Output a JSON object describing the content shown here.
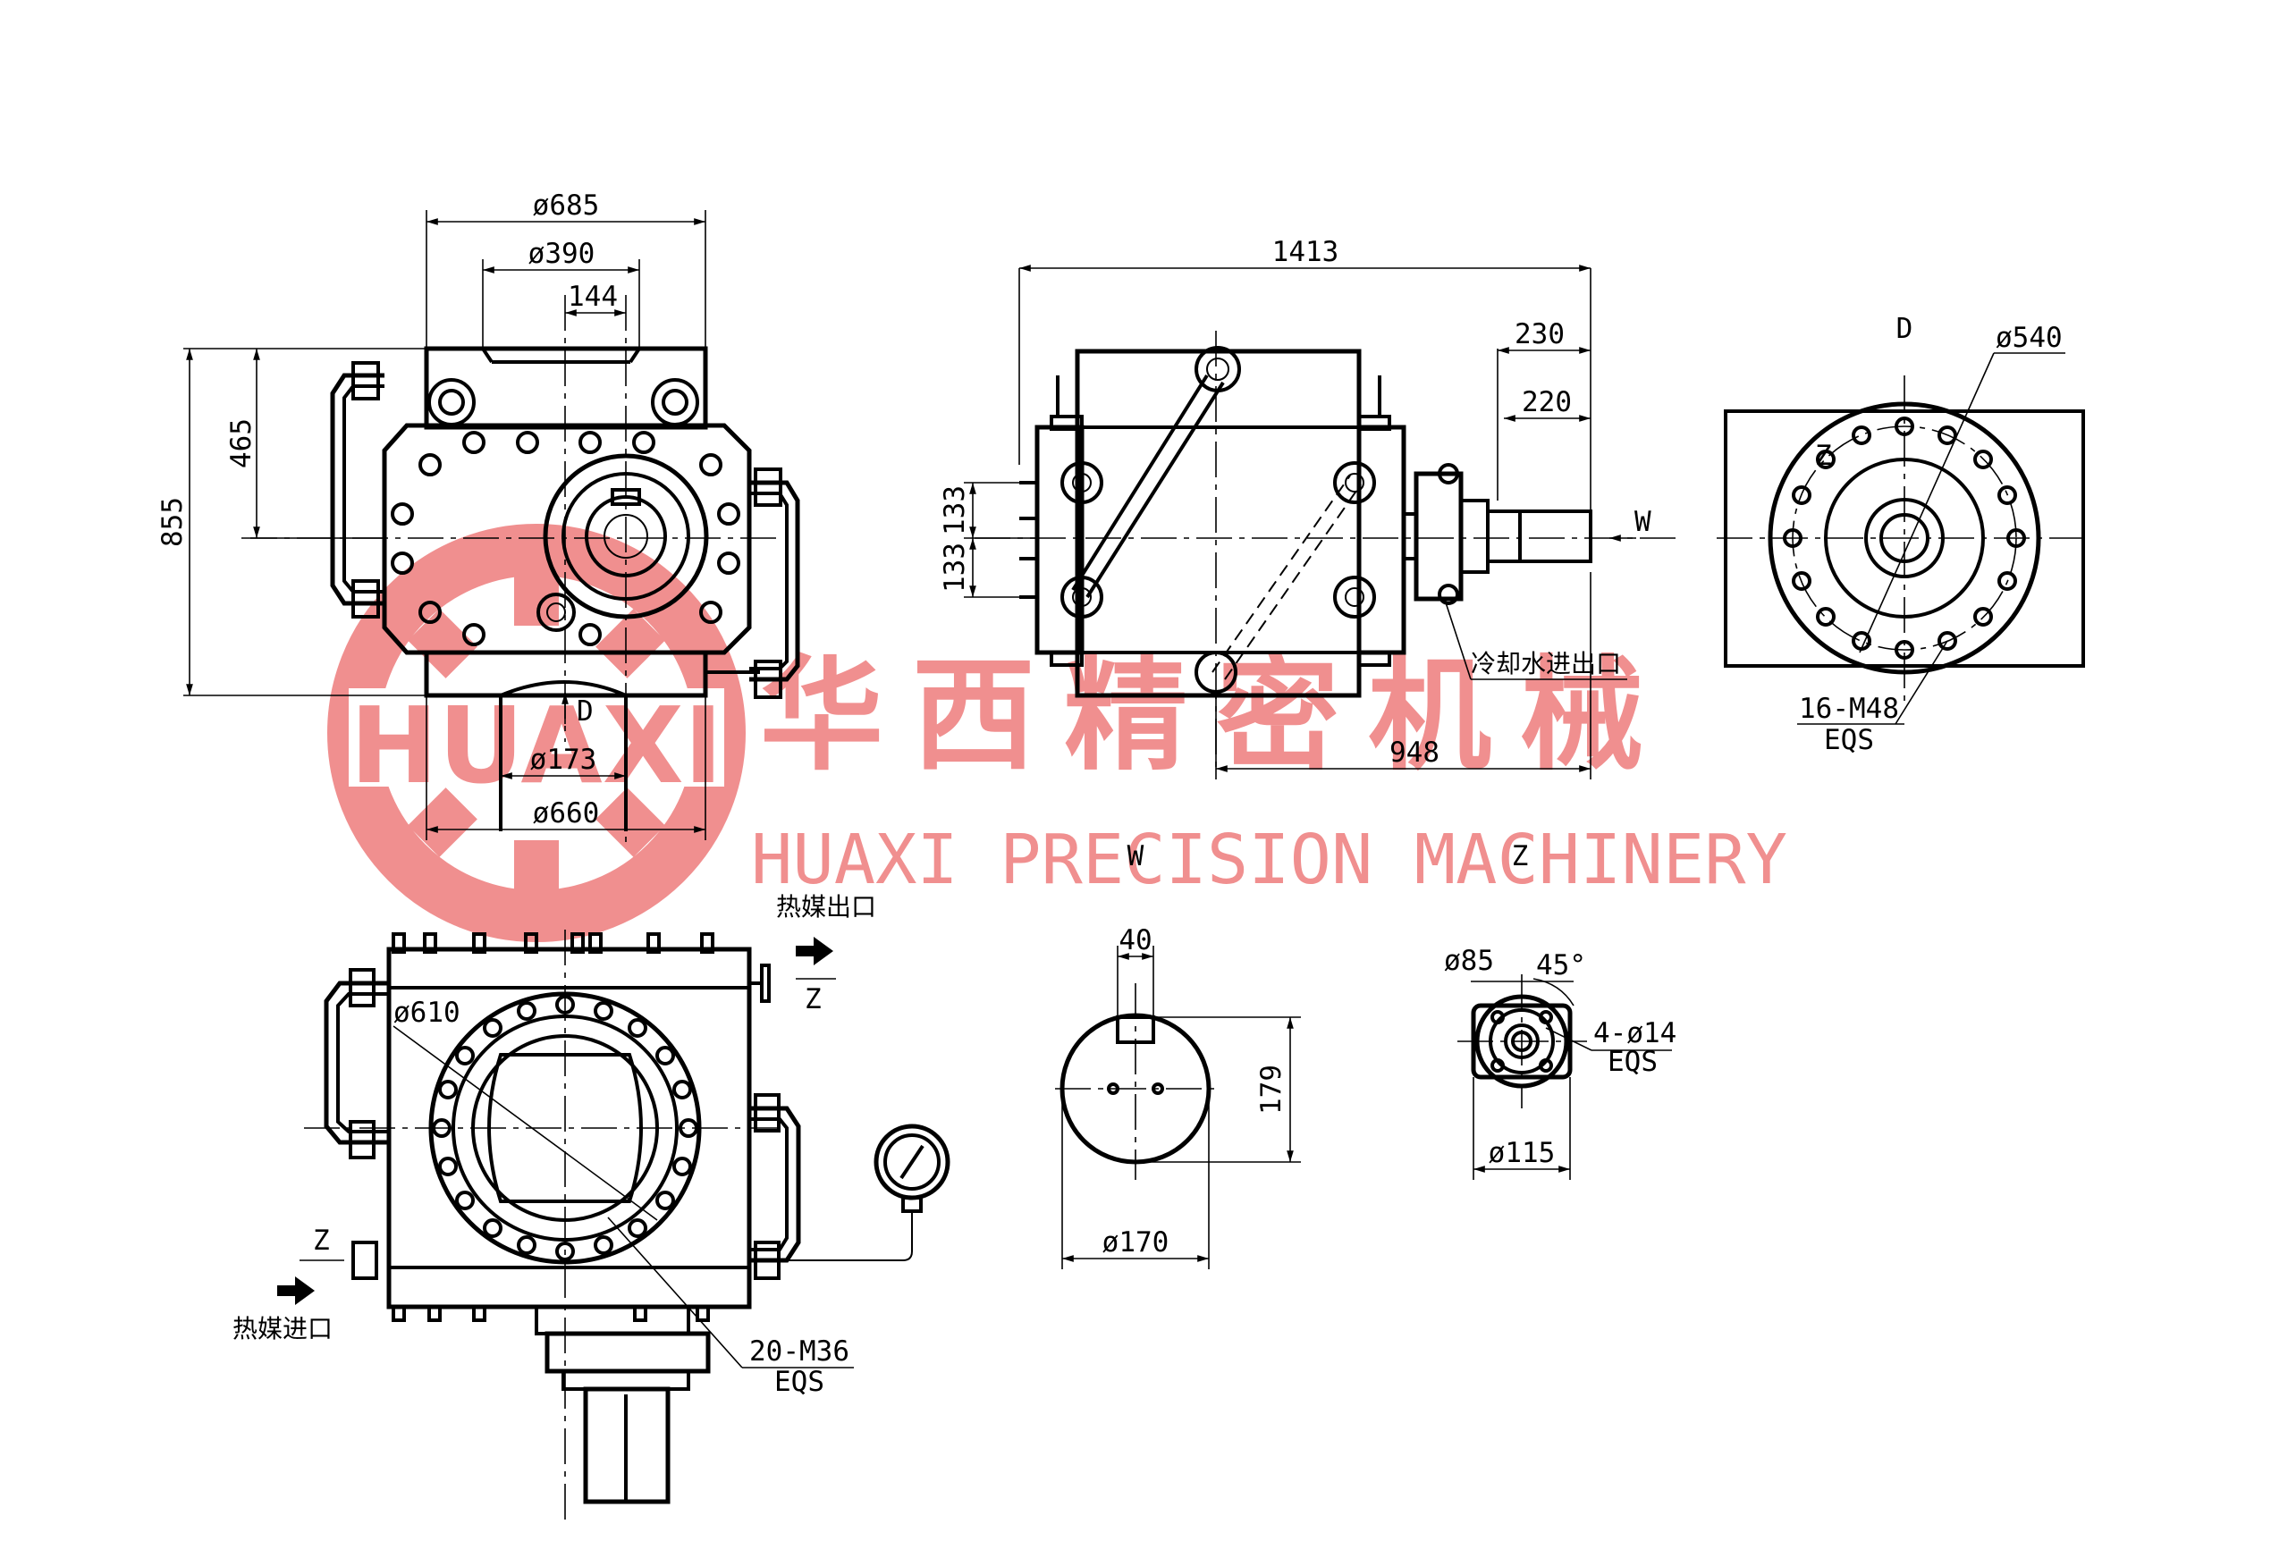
{
  "watermark": {
    "logo_text": "HUAXI",
    "company_cn": "华西精密机械",
    "company_en": "HUAXI PRECISION MACHINERY",
    "color": "#f08f8f"
  },
  "front_view": {
    "dims": {
      "overall_dia": "ø685",
      "bore_dia": "ø390",
      "offset": "144",
      "height_half": "465",
      "height_total": "855",
      "flange_dia": "ø660",
      "shaft_dia": "ø173"
    },
    "view_mark": "D"
  },
  "side_view": {
    "dims": {
      "overall_length": "1413",
      "ext_230": "230",
      "ext_220": "220",
      "pitch_a": "133",
      "pitch_b": "133",
      "body_length": "948"
    },
    "view_mark": "W",
    "note_cooling": "冷却水进出口"
  },
  "view_d": {
    "title": "D",
    "bolt_circle": "ø540",
    "bolts": "16-M48",
    "eqs": "EQS",
    "mark": "Z"
  },
  "bottom_view": {
    "flange_dia": "ø610",
    "bolts": "20-M36",
    "eqs": "EQS",
    "outlet_label": "热媒出口",
    "inlet_label": "热媒进口",
    "z_mark_outlet": "Z",
    "z_mark_inlet": "Z"
  },
  "view_w": {
    "title": "W",
    "key_width": "40",
    "height": "179",
    "dia": "ø170"
  },
  "view_z": {
    "title": "Z",
    "inner_dia": "ø85",
    "angle": "45°",
    "holes": "4-ø14",
    "eqs": "EQS",
    "outer_dia": "ø115"
  }
}
